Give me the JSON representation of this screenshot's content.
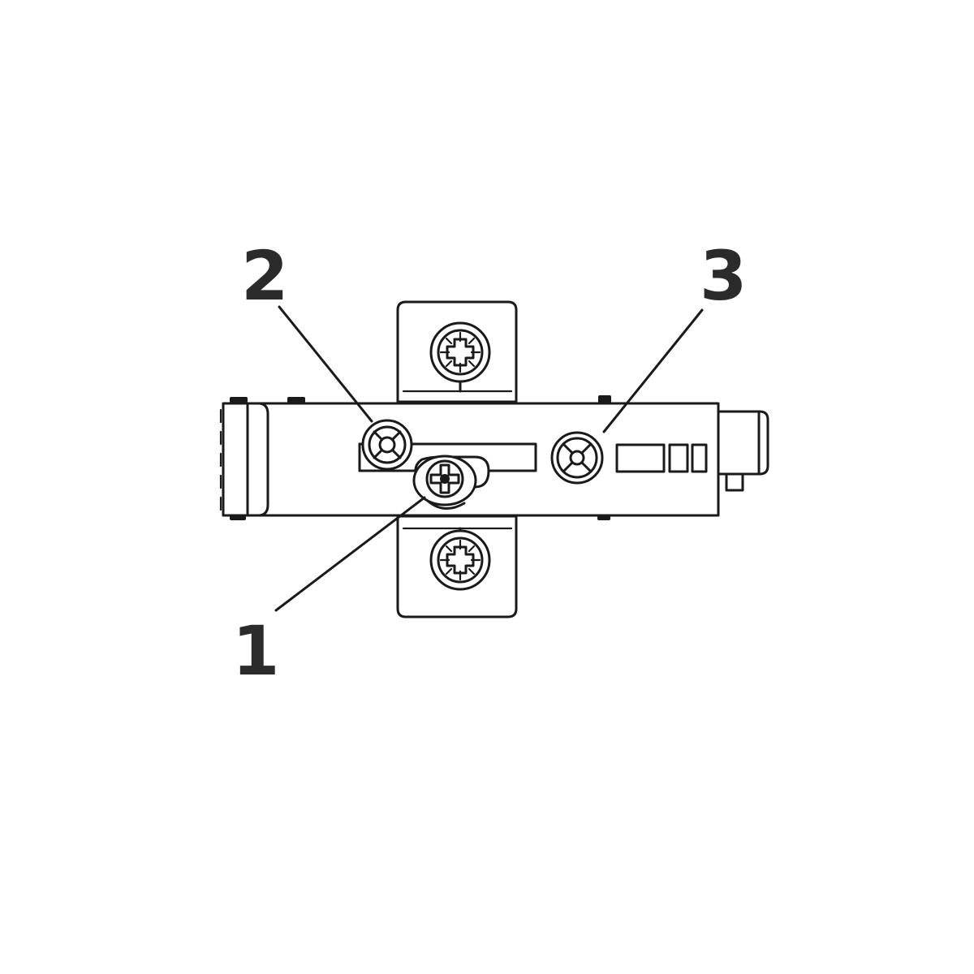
{
  "diagram": {
    "callouts": [
      {
        "id": "1",
        "label": "1"
      },
      {
        "id": "2",
        "label": "2"
      },
      {
        "id": "3",
        "label": "3"
      }
    ],
    "colors": {
      "stroke": "#1a1a1a",
      "label": "#2b2b2b",
      "background": "#ffffff"
    },
    "icons": [
      "mounting-plate",
      "hinge-arm",
      "screw-icon",
      "adjustment-screw-icon",
      "cam-screw-icon"
    ]
  }
}
